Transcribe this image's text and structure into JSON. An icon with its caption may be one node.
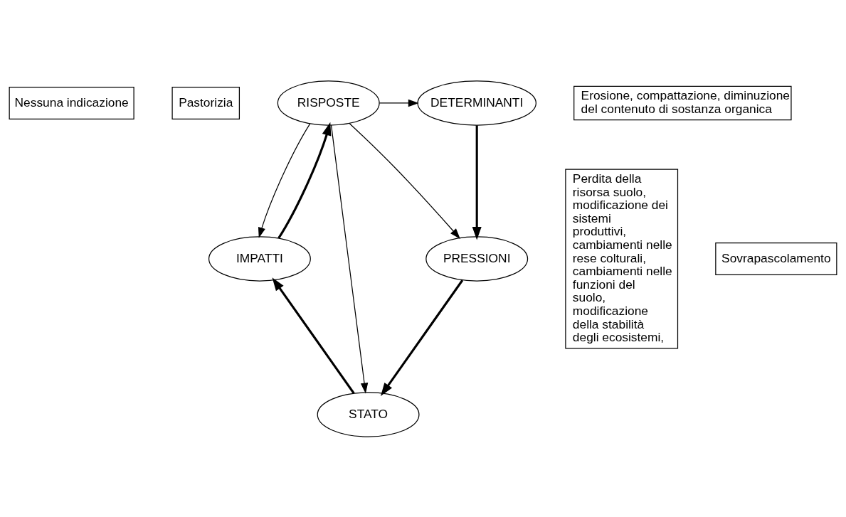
{
  "diagram": {
    "nodes": [
      {
        "text": [
          "Nessuna indicazione"
        ]
      },
      {
        "text": [
          "Pastorizia"
        ]
      },
      {
        "text": [
          "RISPOSTE"
        ]
      },
      {
        "text": [
          "DETERMINANTI"
        ]
      },
      {
        "text": [
          "Perdita della risorsa suolo, modificazione dei sistemi produttivi, cambiamenti nelle rese colturali, cambiamenti nelle funzioni del suolo, modificazione della stabilità degli ecosistemi,"
        ]
      },
      {
        "text": [
          "PRESSIONI"
        ]
      },
      {
        "text": [
          "IMPATTI"
        ]
      },
      {
        "text": [
          "Sovrapascolamento"
        ]
      },
      {
        "text": [
          "STATO"
        ]
      },
      {
        "text": [
          "Erosione, compattazione, diminuzione del contenuto di sostanza organica"
        ]
      }
    ],
    "edges": [
      {
        "from": 2,
        "to": 3,
        "arrow": "to"
      },
      {
        "from": 3,
        "to": 5,
        "arrow": "to",
        "style": "thick"
      },
      {
        "from": 2,
        "to": 5,
        "arrow": "to"
      },
      {
        "from": 2,
        "to": 8,
        "arrow": "to"
      },
      {
        "from": 2,
        "to": 6,
        "arrow": "to"
      },
      {
        "from": 6,
        "to": 2,
        "arrow": "to",
        "style": "thick"
      },
      {
        "from": 5,
        "to": 8,
        "arrow": "to",
        "style": "thick"
      },
      {
        "from": 8,
        "to": 6,
        "arrow": "to",
        "style": "thick"
      }
    ]
  }
}
